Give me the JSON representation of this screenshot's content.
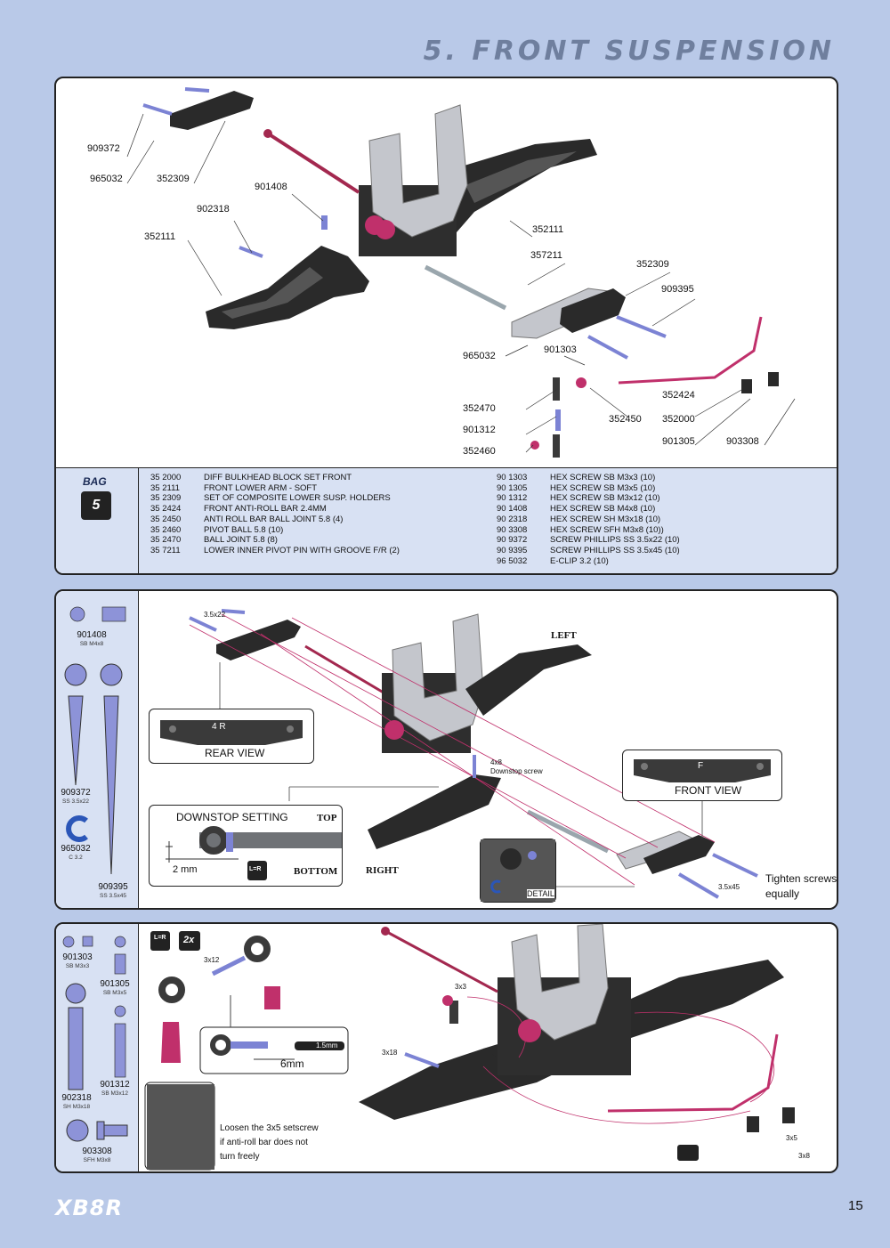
{
  "title": "5. FRONT SUSPENSION",
  "panel1": {
    "callouts": [
      {
        "id": "909372",
        "text": "909372"
      },
      {
        "id": "965032a",
        "text": "965032"
      },
      {
        "id": "352309a",
        "text": "352309"
      },
      {
        "id": "901408",
        "text": "901408"
      },
      {
        "id": "902318",
        "text": "902318"
      },
      {
        "id": "352111a",
        "text": "352111"
      },
      {
        "id": "352111b",
        "text": "352111"
      },
      {
        "id": "357211",
        "text": "357211"
      },
      {
        "id": "352309b",
        "text": "352309"
      },
      {
        "id": "909395",
        "text": "909395"
      },
      {
        "id": "965032b",
        "text": "965032"
      },
      {
        "id": "901303",
        "text": "901303"
      },
      {
        "id": "352424",
        "text": "352424"
      },
      {
        "id": "352470",
        "text": "352470"
      },
      {
        "id": "352450",
        "text": "352450"
      },
      {
        "id": "352000",
        "text": "352000"
      },
      {
        "id": "901312",
        "text": "901312"
      },
      {
        "id": "901305",
        "text": "901305"
      },
      {
        "id": "903308",
        "text": "903308"
      },
      {
        "id": "352460",
        "text": "352460"
      }
    ],
    "bag_label": "BAG",
    "bag_number": "5",
    "parts_left": [
      {
        "code": "35 2000",
        "desc": "DIFF BULKHEAD BLOCK SET FRONT"
      },
      {
        "code": "35 2111",
        "desc": "FRONT LOWER ARM - SOFT"
      },
      {
        "code": "35 2309",
        "desc": "SET OF COMPOSITE LOWER SUSP. HOLDERS"
      },
      {
        "code": "35 2424",
        "desc": "FRONT ANTI-ROLL BAR 2.4MM"
      },
      {
        "code": "35 2450",
        "desc": "ANTI ROLL BAR BALL JOINT 5.8 (4)"
      },
      {
        "code": "35 2460",
        "desc": "PIVOT BALL 5.8 (10)"
      },
      {
        "code": "35 2470",
        "desc": "BALL JOINT 5.8 (8)"
      },
      {
        "code": "35 7211",
        "desc": "LOWER INNER PIVOT PIN WITH GROOVE F/R (2)"
      }
    ],
    "parts_right": [
      {
        "code": "90 1303",
        "desc": "HEX SCREW  SB M3x3  (10)"
      },
      {
        "code": "90 1305",
        "desc": "HEX SCREW  SB M3x5  (10)"
      },
      {
        "code": "90 1312",
        "desc": "HEX SCREW  SB M3x12  (10)"
      },
      {
        "code": "90 1408",
        "desc": "HEX SCREW  SB M4x8  (10)"
      },
      {
        "code": "90 2318",
        "desc": "HEX SCREW  SH M3x18  (10)"
      },
      {
        "code": "90 3308",
        "desc": "HEX SCREW  SFH M3x8  (10))"
      },
      {
        "code": "90 9372",
        "desc": "SCREW PHILLIPS SS 3.5x22  (10)"
      },
      {
        "code": "90 9395",
        "desc": "SCREW PHILLIPS SS 3.5x45  (10)"
      },
      {
        "code": "96 5032",
        "desc": "E-CLIP 3.2  (10)"
      }
    ]
  },
  "panel2": {
    "side": [
      {
        "code": "901408",
        "sub": "SB M4x8"
      },
      {
        "code": "909372",
        "sub": "SS 3.5x22"
      },
      {
        "code": "965032",
        "sub": "C 3.2"
      },
      {
        "code": "909395",
        "sub": "SS 3.5x45"
      }
    ],
    "screw_top": "3.5x22",
    "left_label": "LEFT",
    "rear_view": "REAR VIEW",
    "rear_mark": "4  R",
    "downstop_screw_size": "4x8",
    "downstop_screw": "Downstop screw",
    "front_view": "FRONT VIEW",
    "front_mark": "F",
    "downstop_setting": "DOWNSTOP SETTING",
    "top_label": "TOP",
    "bottom_label": "BOTTOM",
    "gap": "2 mm",
    "lr_badge": "L=R",
    "right_label": "RIGHT",
    "detail": "DETAIL",
    "screw_bottom": "3.5x45",
    "tighten_1": "Tighten screws",
    "tighten_2": "equally"
  },
  "panel3": {
    "side": [
      {
        "code": "901303",
        "sub": "SB M3x3"
      },
      {
        "code": "901305",
        "sub": "SB M3x5"
      },
      {
        "code": "901312",
        "sub": "SB M3x12"
      },
      {
        "code": "902318",
        "sub": "SH M3x18"
      },
      {
        "code": "903308",
        "sub": "SFH M3x8"
      }
    ],
    "lr_badge": "L=R",
    "qty_badge": "2x",
    "size_3x12": "3x12",
    "tool_label": "1.5mm",
    "length": "6mm",
    "size_3x3": "3x3",
    "size_3x18": "3x18",
    "size_3x5": "3x5",
    "size_3x8": "3x8",
    "note_1": "Loosen the 3x5 setscrew",
    "note_2": "if anti-roll bar does not",
    "note_3": "turn freely"
  },
  "footer": {
    "logo": "XB8R",
    "page": "15"
  },
  "colors": {
    "background": "#b9c9e8",
    "panel_side": "#d8e1f3",
    "part_dark": "#2a2a2a",
    "screw_blue": "#7c83d4",
    "anodized_red": "#c0306b",
    "plate_silver": "#c4c6cc"
  }
}
